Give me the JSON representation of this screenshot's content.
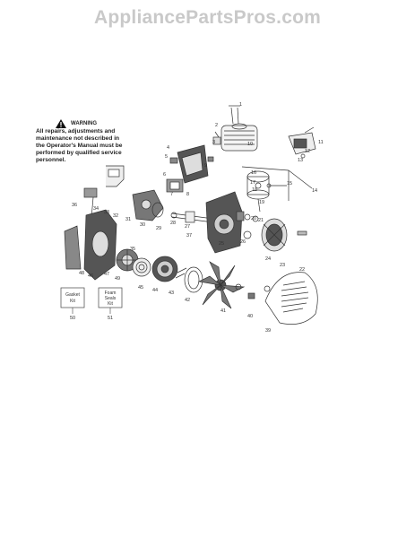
{
  "watermark": "AppliancePartsPros.com",
  "warning": {
    "title": "WARNING",
    "lines": [
      "All repairs, adjustments and",
      "maintenance not described in",
      "the Operator's Manual must be",
      "performed by qualified service",
      "personnel."
    ]
  },
  "kits": {
    "gasket": {
      "label_line1": "Gasket",
      "label_line2": "Kit",
      "number": "50"
    },
    "foam": {
      "label_line1": "Foam",
      "label_line2": "Seals",
      "label_line3": "Kit",
      "number": "51"
    }
  },
  "callouts": [
    "1",
    "2",
    "3",
    "4",
    "5",
    "6",
    "7",
    "8",
    "9",
    "10",
    "11",
    "12",
    "13",
    "14",
    "15",
    "16",
    "17",
    "18",
    "19",
    "20",
    "21",
    "22",
    "23",
    "24",
    "25",
    "26",
    "27",
    "28",
    "29",
    "30",
    "31",
    "32",
    "33",
    "34",
    "35",
    "36",
    "37",
    "39",
    "40",
    "41",
    "42",
    "43",
    "44",
    "45",
    "46",
    "47",
    "48",
    "49"
  ]
}
